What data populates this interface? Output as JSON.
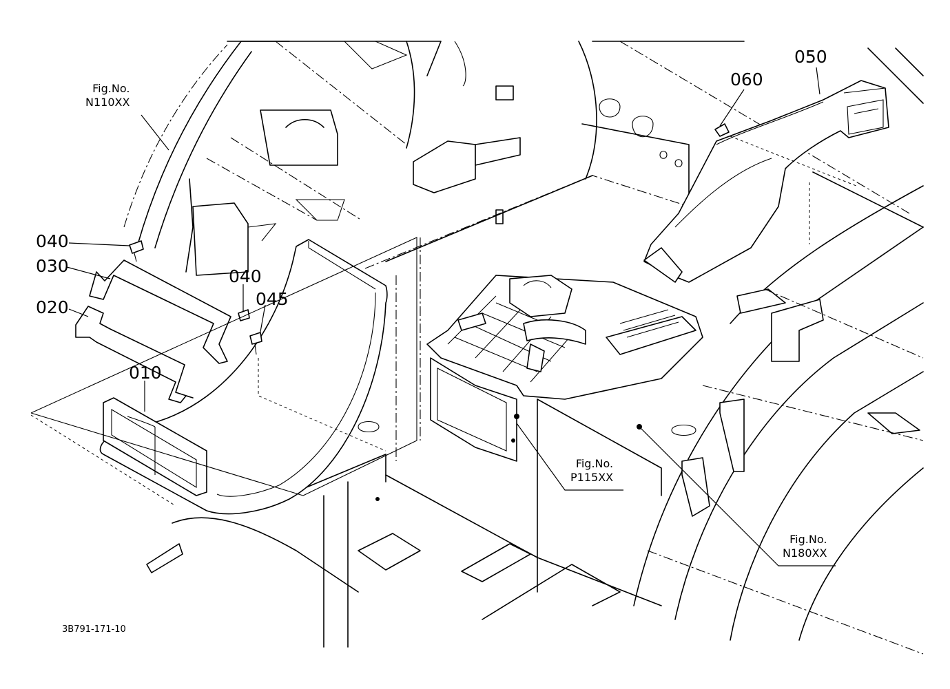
{
  "diagram": {
    "part_numbers": {
      "p010": "010",
      "p020": "020",
      "p030": "030",
      "p040a": "040",
      "p040b": "040",
      "p045": "045",
      "p050": "050",
      "p060": "060"
    },
    "figure_refs": {
      "n110": {
        "line1": "Fig.No.",
        "line2": "N110XX"
      },
      "p115": {
        "line1": "Fig.No.",
        "line2": "P115XX"
      },
      "n180": {
        "line1": "Fig.No.",
        "line2": "N180XX"
      }
    },
    "drawing_code": "3B791-171-10"
  }
}
